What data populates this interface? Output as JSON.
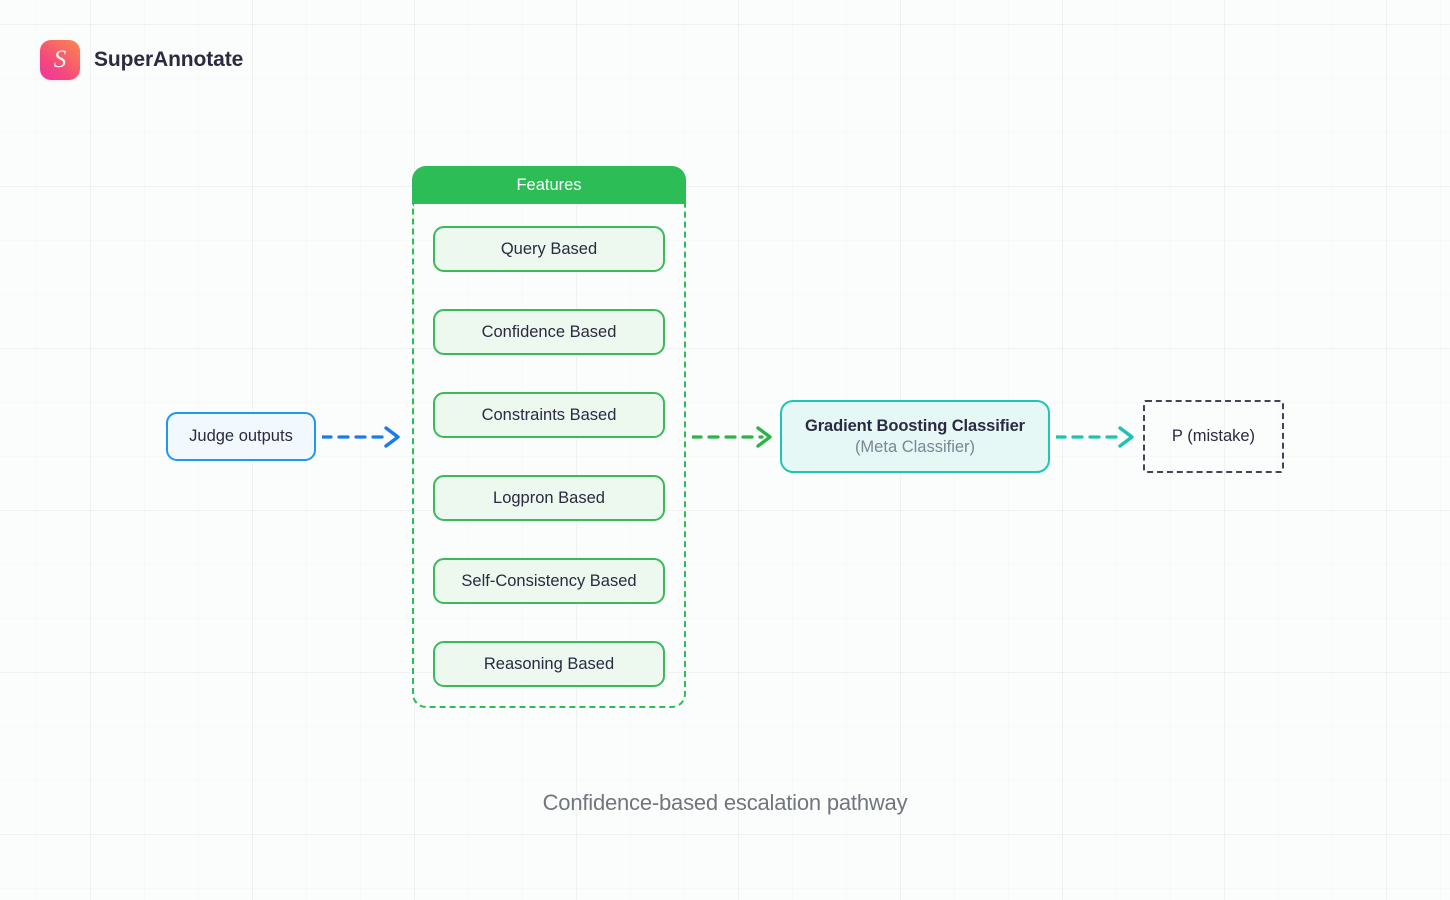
{
  "brand": {
    "logo_icon": "superannotate-logo-icon",
    "logo_letter": "S",
    "name": "SuperAnnotate"
  },
  "diagram": {
    "caption": "Confidence-based escalation pathway",
    "input_node": {
      "label": "Judge outputs",
      "border_color": "#2196f3",
      "fill_color": "#f2f9fe"
    },
    "features_group": {
      "header": "Features",
      "header_color": "#2cbd56",
      "border_color": "#2cbd56",
      "items": [
        {
          "label": "Query Based"
        },
        {
          "label": "Confidence Based"
        },
        {
          "label": "Constraints Based"
        },
        {
          "label": "Logpron Based"
        },
        {
          "label": "Self-Consistency Based"
        },
        {
          "label": "Reasoning Based"
        }
      ]
    },
    "classifier_node": {
      "title": "Gradient Boosting Classifier",
      "subtitle": "(Meta Classifier)",
      "border_color": "#20c5b4",
      "fill_color": "#e6f8f6"
    },
    "output_node": {
      "label": "P (mistake)",
      "border_color": "#3f4652"
    },
    "arrows": [
      {
        "name": "judge-to-features",
        "color": "#1a7ce8",
        "style": "dashed"
      },
      {
        "name": "features-to-classifier",
        "color": "#2cb34a",
        "style": "dashed"
      },
      {
        "name": "classifier-to-output",
        "color": "#1fc2b0",
        "style": "dashed"
      }
    ]
  }
}
